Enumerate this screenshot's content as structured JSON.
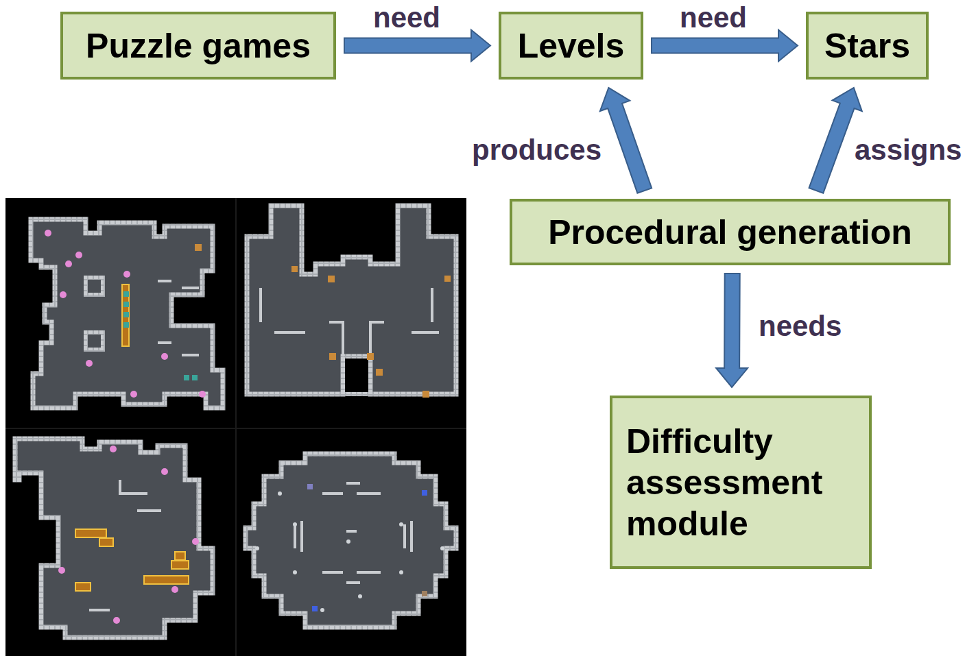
{
  "diagram": {
    "nodes": [
      {
        "text": [
          "Puzzle games"
        ]
      },
      {
        "text": [
          "Levels"
        ]
      },
      {
        "text": [
          "Stars"
        ]
      },
      {
        "text": [
          "Procedural generation"
        ]
      },
      {
        "text": [
          "Difficulty assessment module"
        ]
      }
    ],
    "edges": [
      {
        "from": 0,
        "to": 1,
        "label": "need",
        "arrow": "to"
      },
      {
        "from": 1,
        "to": 2,
        "label": "need",
        "arrow": "to"
      },
      {
        "from": 3,
        "to": 1,
        "label": "produces",
        "arrow": "to"
      },
      {
        "from": 3,
        "to": 2,
        "label": "assigns",
        "arrow": "to"
      },
      {
        "from": 3,
        "to": 4,
        "label": "needs",
        "arrow": "to"
      }
    ]
  }
}
